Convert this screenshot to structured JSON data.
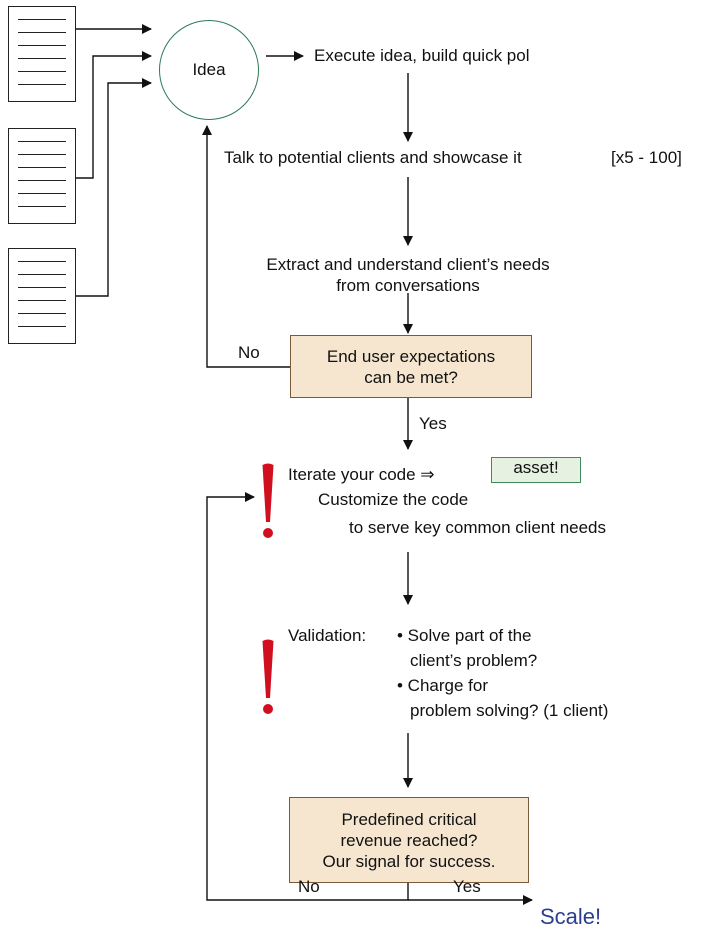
{
  "nodes": {
    "idea": "Idea",
    "execute": "Execute idea, build quick pol",
    "talk": "Talk to potential clients and showcase it",
    "repeat_note": "[x5 - 100]",
    "extract_line1": "Extract and understand client’s needs",
    "extract_line2": "from conversations",
    "decision1_line1": "End user expectations",
    "decision1_line2": "can be met?",
    "iterate": "Iterate your code ⇒",
    "asset": "asset!",
    "customize_line1": "Customize the code",
    "customize_line2": "to serve key common client needs",
    "validation_label": "Validation:",
    "validation_item1_line1": "• Solve part of the",
    "validation_item1_line2": "client’s problem?",
    "validation_item2_line1": "• Charge for",
    "validation_item2_line2": "problem solving? (1 client)",
    "decision2_line1": "Predefined critical",
    "decision2_line2": "revenue reached?",
    "decision2_line3": "Our signal for success.",
    "scale": "Scale!"
  },
  "edge_labels": {
    "no_top": "No",
    "yes_mid": "Yes",
    "no_bottom": "No",
    "yes_bottom": "Yes"
  },
  "colors": {
    "decision_fill": "#f6e6d0",
    "decision_border": "#7a5a3a",
    "asset_fill": "#e6f1e2",
    "asset_border": "#3f8a5a",
    "idea_border": "#2f7a57",
    "warning_mark": "#d0101e",
    "scale_text": "#2b3f8f"
  },
  "icons": [
    "document-icon",
    "warning-exclamation-icon",
    "arrow-icon"
  ]
}
